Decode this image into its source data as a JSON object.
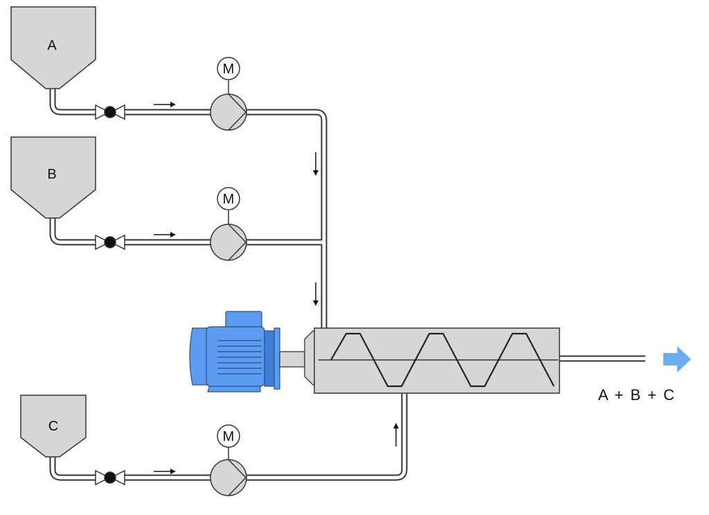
{
  "tanks": [
    {
      "id": "A",
      "label": "A"
    },
    {
      "id": "B",
      "label": "B"
    },
    {
      "id": "C",
      "label": "C"
    }
  ],
  "pump_motor_label": "M",
  "output_label": "A + B + C",
  "colors": {
    "equipment_fill": "#d6d6d6",
    "outline": "#333333",
    "drive_motor": "#5b9bf0",
    "drive_motor_dark": "#3f7fd6",
    "output_arrow": "#6aaef0",
    "pipe_core": "#ffffff"
  },
  "icons": [
    "hopper-tank",
    "valve-icon",
    "pump-icon",
    "motor-icon",
    "flow-arrow-icon",
    "screw-mixer",
    "electric-motor",
    "output-arrow-icon"
  ]
}
